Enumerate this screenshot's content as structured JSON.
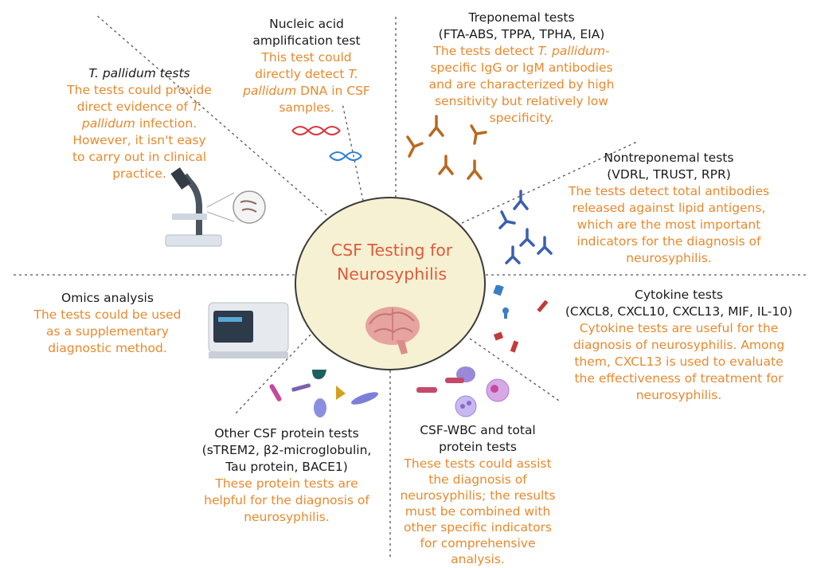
{
  "hub": {
    "line1": "CSF Testing for",
    "line2": "Neurosyphilis",
    "icon": "brain-icon"
  },
  "sections": {
    "t_pallidum": {
      "title": "T. pallidum tests",
      "desc_a": "The tests could provide",
      "desc_b": "direct evidence of ",
      "desc_c": "T.",
      "desc_d": "pallidum",
      "desc_e": " infection.",
      "desc_f": "However, it isn't easy",
      "desc_g": "to carry out in clinical",
      "desc_h": "practice."
    },
    "naat": {
      "title_1": "Nucleic acid",
      "title_2": "amplification test",
      "desc_a": "This test could",
      "desc_b": "directly detect ",
      "desc_c": "T.",
      "desc_d": "pallidum",
      "desc_e": " DNA in CSF",
      "desc_f": "samples."
    },
    "treponemal": {
      "title_1": "Treponemal tests",
      "title_2": "(FTA-ABS, TPPA, TPHA, EIA)",
      "desc_a": "The tests detect ",
      "desc_b": "T. pallidum",
      "desc_c": "-",
      "desc_d": "specific IgG or IgM antibodies",
      "desc_e": "and are characterized by high",
      "desc_f": "sensitivity but relatively low",
      "desc_g": "specificity."
    },
    "nontreponemal": {
      "title_1": "Nontreponemal tests",
      "title_2": "(VDRL, TRUST, RPR)",
      "desc_1": "The tests detect total antibodies",
      "desc_2": "released against lipid antigens,",
      "desc_3": "which are the most important",
      "desc_4": "indicators for the diagnosis of",
      "desc_5": "neurosyphilis."
    },
    "cytokine": {
      "title_1": "Cytokine tests",
      "title_2": "(CXCL8, CXCL10, CXCL13, MIF, IL-10)",
      "desc_1": "Cytokine tests are useful for the",
      "desc_2": "diagnosis of neurosyphilis. Among",
      "desc_3": "them, CXCL13 is used to evaluate",
      "desc_4": "the effectiveness of treatment for",
      "desc_5": "neurosyphilis."
    },
    "csf_wbc": {
      "title_1": "CSF-WBC and total",
      "title_2": "protein tests",
      "desc_1": "These tests could assist",
      "desc_2": "the diagnosis of",
      "desc_3": "neurosyphilis; the results",
      "desc_4": "must be combined with",
      "desc_5": "other specific indicators",
      "desc_6": "for comprehensive",
      "desc_7": "analysis."
    },
    "other_protein": {
      "title_1": "Other CSF protein tests",
      "title_2": "(sTREM2, β2-microglobulin,",
      "title_3": "Tau protein, BACE1)",
      "desc_1": "These protein tests are",
      "desc_2": "helpful for the diagnosis of",
      "desc_3": "neurosyphilis."
    },
    "omics": {
      "title": "Omics analysis",
      "desc_1": "The tests could be used",
      "desc_2": "as a supplementary",
      "desc_3": "diagnostic method."
    }
  },
  "colors": {
    "title": "#1a1a1a",
    "desc": "#e8892e",
    "hub_fill": "#f6f1d3",
    "hub_text": "#e05a3a",
    "spoke": "#555555"
  },
  "icons": [
    "microscope-icon",
    "dna-icon",
    "antibody-icon",
    "cytokine-icon",
    "cell-icon",
    "protein-icon",
    "sequencer-icon",
    "brain-icon"
  ]
}
